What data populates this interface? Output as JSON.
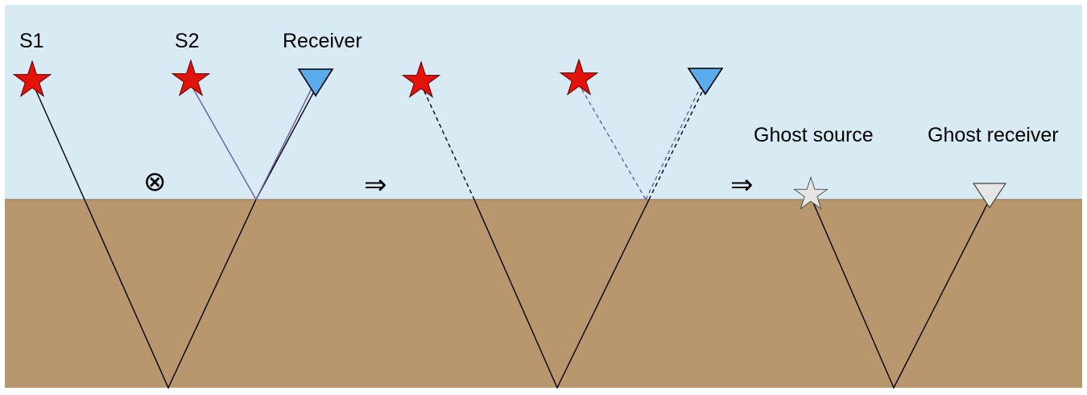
{
  "labels": {
    "s1": "S1",
    "s2": "S2",
    "receiver": "Receiver",
    "ghost_source": "Ghost source",
    "ghost_receiver": "Ghost receiver"
  },
  "symbols": {
    "convolution": "⊗",
    "implies_1": "⇒",
    "implies_2": "⇒"
  },
  "colors": {
    "water": "#d8eaf4",
    "subsurface": "#b8976e",
    "source_star": "#e3120b",
    "receiver_triangle": "#5aacec",
    "ghost_symbol": "#e6e6e6",
    "s2_ray": "#6a5aa8",
    "ray": "#000000"
  }
}
